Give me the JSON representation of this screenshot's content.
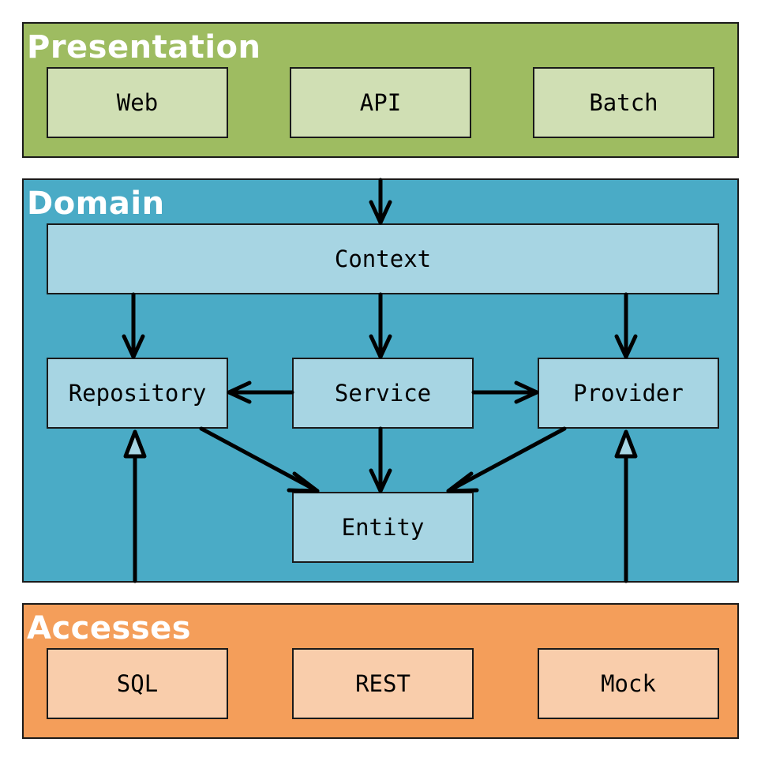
{
  "layers": {
    "presentation": {
      "title": "Presentation",
      "color": "#9ebc61",
      "boxes": {
        "web": "Web",
        "api": "API",
        "batch": "Batch"
      }
    },
    "domain": {
      "title": "Domain",
      "color": "#4aabc6",
      "boxes": {
        "context": "Context",
        "repository": "Repository",
        "service": "Service",
        "provider": "Provider",
        "entity": "Entity"
      }
    },
    "accesses": {
      "title": "Accesses",
      "color": "#f49e5a",
      "boxes": {
        "sql": "SQL",
        "rest": "REST",
        "mock": "Mock"
      }
    }
  },
  "arrows": [
    {
      "from": "presentation",
      "to": "context",
      "head": "open"
    },
    {
      "from": "context",
      "to": "repository",
      "head": "open"
    },
    {
      "from": "context",
      "to": "service",
      "head": "open"
    },
    {
      "from": "context",
      "to": "provider",
      "head": "open"
    },
    {
      "from": "service",
      "to": "repository",
      "head": "open"
    },
    {
      "from": "service",
      "to": "provider",
      "head": "open"
    },
    {
      "from": "repository",
      "to": "entity",
      "head": "open"
    },
    {
      "from": "service",
      "to": "entity",
      "head": "open"
    },
    {
      "from": "provider",
      "to": "entity",
      "head": "open"
    },
    {
      "from": "accesses",
      "to": "repository",
      "head": "hollow-triangle"
    },
    {
      "from": "accesses",
      "to": "provider",
      "head": "hollow-triangle"
    }
  ]
}
